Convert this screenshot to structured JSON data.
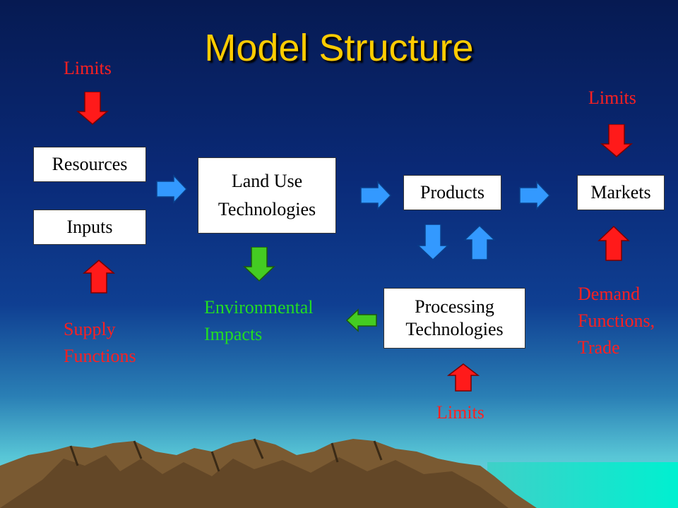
{
  "slide": {
    "title": "Model Structure"
  },
  "boxes": {
    "resources": "Resources",
    "inputs": "Inputs",
    "land_use_line1": "Land Use",
    "land_use_line2": "Technologies",
    "products": "Products",
    "markets": "Markets",
    "processing_line1": "Processing",
    "processing_line2": "Technologies"
  },
  "labels": {
    "limits_resources": "Limits",
    "supply_line1": "Supply",
    "supply_line2": "Functions",
    "environmental_line1": "Environmental",
    "environmental_line2": "Impacts",
    "limits_markets": "Limits",
    "demand_line1": "Demand",
    "demand_line2": "Functions,",
    "demand_line3": "Trade",
    "limits_processing": "Limits"
  },
  "colors": {
    "title": "#ffcc00",
    "constraint_arrow": "#ff2020",
    "flow_arrow": "#3399ff",
    "impact_arrow": "#44cc22",
    "constraint_text": "#ff2020",
    "impact_text": "#22dd22"
  }
}
